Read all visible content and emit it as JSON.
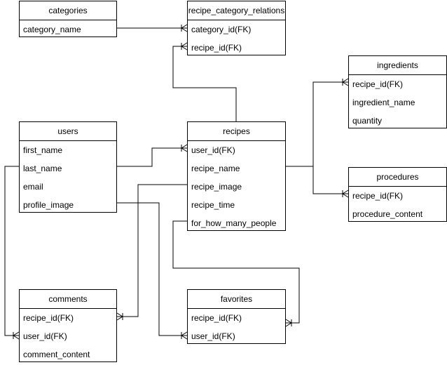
{
  "entities": {
    "categories": {
      "title": "categories",
      "fields": [
        "category_name"
      ]
    },
    "recipe_category_relations": {
      "title": "recipe_category_relations",
      "fields": [
        "category_id(FK)",
        "recipe_id(FK)"
      ]
    },
    "ingredients": {
      "title": "ingredients",
      "fields": [
        "recipe_id(FK)",
        "ingredient_name",
        "quantity"
      ]
    },
    "users": {
      "title": "users",
      "fields": [
        "first_name",
        "last_name",
        "email",
        "profile_image"
      ]
    },
    "recipes": {
      "title": "recipes",
      "fields": [
        "user_id(FK)",
        "recipe_name",
        "recipe_image",
        "recipe_time",
        "for_how_many_people"
      ]
    },
    "procedures": {
      "title": "procedures",
      "fields": [
        "recipe_id(FK)",
        "procedure_content"
      ]
    },
    "comments": {
      "title": "comments",
      "fields": [
        "recipe_id(FK)",
        "user_id(FK)",
        "comment_content"
      ]
    },
    "favorites": {
      "title": "favorites",
      "fields": [
        "recipe_id(FK)",
        "user_id(FK)"
      ]
    }
  },
  "colors": {
    "line": "#000000",
    "box_border": "#000000",
    "text": "#000000",
    "background": "#ffffff"
  }
}
